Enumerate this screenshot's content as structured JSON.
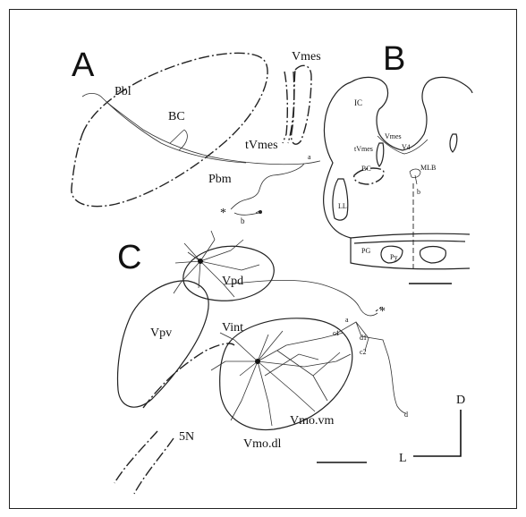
{
  "panels": {
    "A": {
      "letter": "A",
      "labels": {
        "pbl": "Pbl",
        "bc": "BC",
        "pbm": "Pbm",
        "tvmes": "tVmes",
        "vmes": "Vmes",
        "a": "a",
        "b": "b",
        "star": "*"
      }
    },
    "B": {
      "letter": "B",
      "labels": {
        "ic": "IC",
        "vmes": "Vmes",
        "tvmes": "tVmes",
        "v4": "V4",
        "bc": "BC",
        "mlb": "MLB",
        "b": "b",
        "ll": "LL",
        "pg": "PG",
        "py": "Py"
      }
    },
    "C": {
      "letter": "C",
      "labels": {
        "vpd": "Vpd",
        "vpv": "Vpv",
        "vint": "Vint",
        "a": "a",
        "c1": "c1",
        "d1": "d1",
        "c2": "c2",
        "d": "d",
        "fiveN": "5N",
        "vmovm": "Vmo.vm",
        "vmodl": "Vmo.dl",
        "star": "*"
      }
    },
    "orientation": {
      "dorsal": "D",
      "lateral": "L"
    }
  }
}
